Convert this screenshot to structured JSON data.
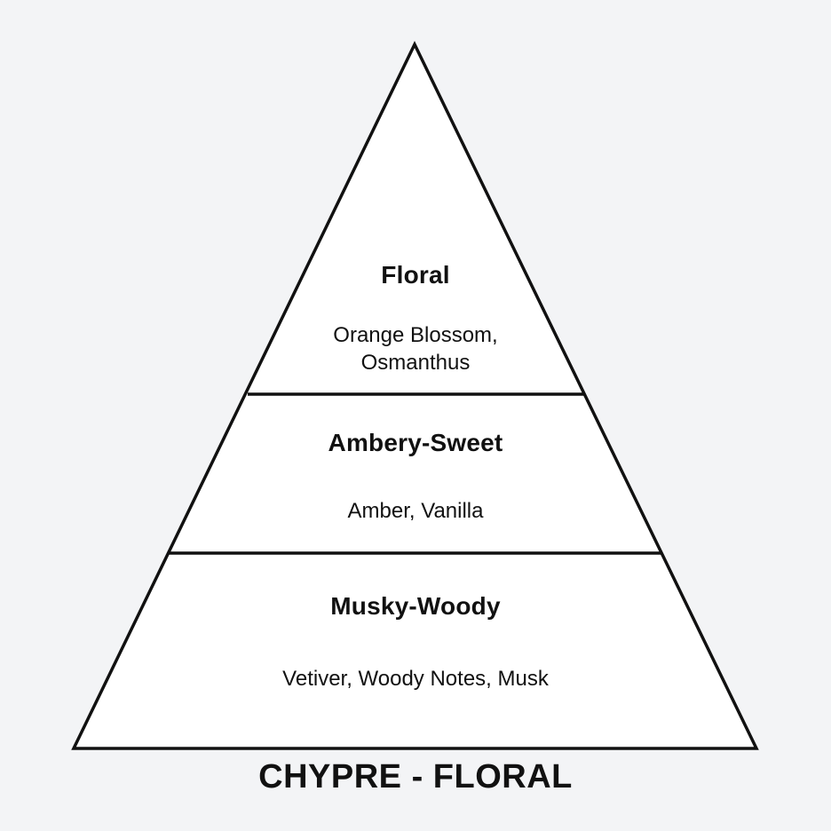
{
  "pyramid": {
    "tiers": [
      {
        "title": "Floral",
        "notes": [
          "Orange Blossom,",
          "Osmanthus"
        ]
      },
      {
        "title": "Ambery-Sweet",
        "notes": [
          "Amber, Vanilla"
        ]
      },
      {
        "title": "Musky-Woody",
        "notes": [
          "Vetiver, Woody Notes, Musk"
        ]
      }
    ],
    "caption": "CHYPRE - FLORAL",
    "colors": {
      "background": "#f3f4f6",
      "fill": "#ffffff",
      "stroke": "#111111",
      "text": "#111111"
    }
  }
}
